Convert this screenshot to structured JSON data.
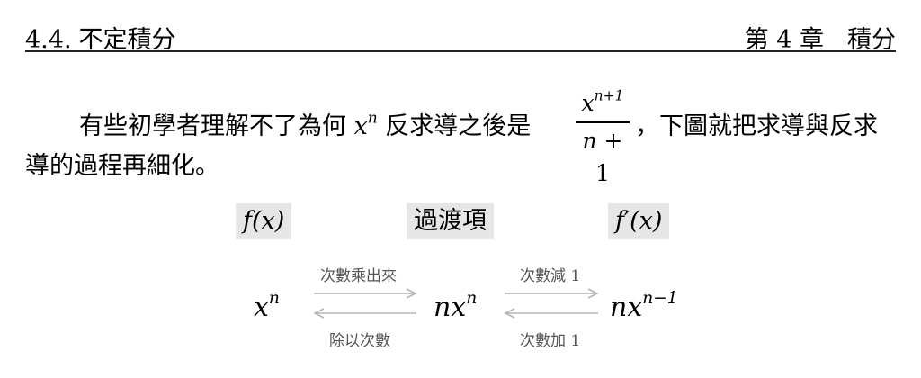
{
  "header": {
    "section_number": "4.4.",
    "section_title": "不定積分",
    "chapter": "第 4 章",
    "chapter_title": "積分"
  },
  "paragraph": {
    "text1": "有些初學者理解不了為何",
    "var": "x",
    "exp": "n",
    "text2": "反求導之後是",
    "frac_num_base": "x",
    "frac_num_exp": "n+1",
    "frac_den_var": "n",
    "frac_den_rest": "+ 1",
    "text3": "，下圖就把求導與反求",
    "text4": "導的過程再細化。"
  },
  "diagram": {
    "col1_title": "f(x)",
    "col2_title": "過渡項",
    "col3_title": "f′(x)",
    "expr1_base": "x",
    "expr1_exp": "n",
    "expr2_base": "nx",
    "expr2_exp": "n",
    "expr3_base": "nx",
    "expr3_exp": "n−1",
    "label_top_left": "次數乘出來",
    "label_bottom_left": "除以次數",
    "label_top_right": "次數減 1",
    "label_bottom_right": "次數加 1",
    "arrow_color": "#b5b5b5"
  }
}
